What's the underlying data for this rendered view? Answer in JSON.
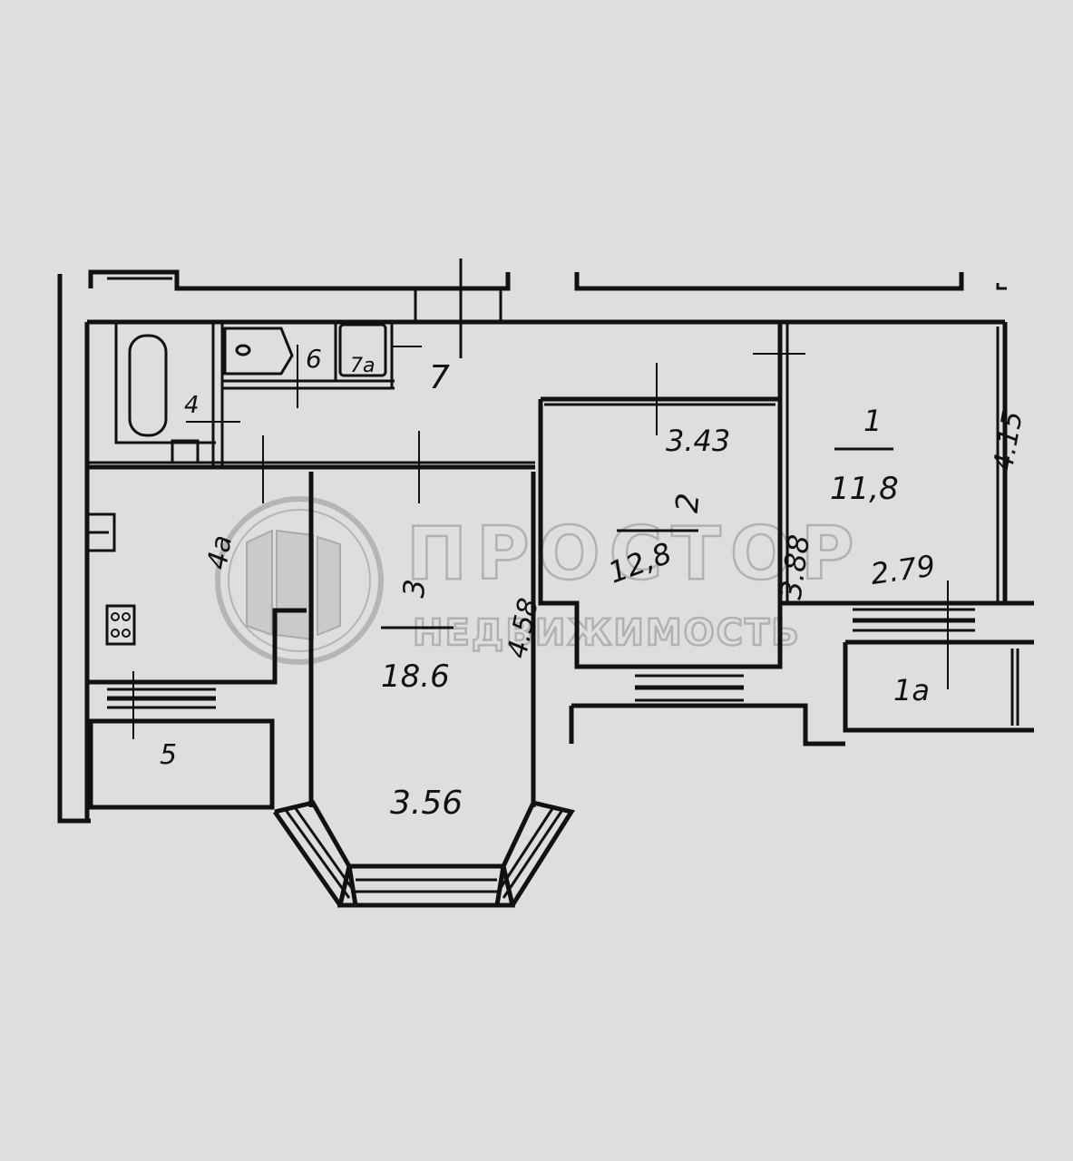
{
  "diagram": {
    "type": "apartment-floor-plan",
    "background": "#dddfde",
    "line_color": "#111111",
    "watermark": {
      "line1": "ПРОСТОР",
      "line2": "НЕДВИЖИМОСТЬ",
      "color": "#a9abaa"
    },
    "rooms": [
      {
        "id": "1",
        "number": "1",
        "area": "11,8",
        "dims": [
          "2.79",
          "4.15"
        ]
      },
      {
        "id": "1a",
        "number": "1а"
      },
      {
        "id": "2",
        "number": "2",
        "area": "12,8",
        "dims": [
          "3.43",
          "3.88"
        ]
      },
      {
        "id": "3",
        "number": "3",
        "area": "18.6",
        "dims": [
          "3.56",
          "4.58"
        ]
      },
      {
        "id": "4",
        "number": "4"
      },
      {
        "id": "4a",
        "number": "4а"
      },
      {
        "id": "5",
        "number": "5"
      },
      {
        "id": "6",
        "number": "6"
      },
      {
        "id": "7",
        "number": "7"
      },
      {
        "id": "7a",
        "number": "7а"
      }
    ]
  }
}
